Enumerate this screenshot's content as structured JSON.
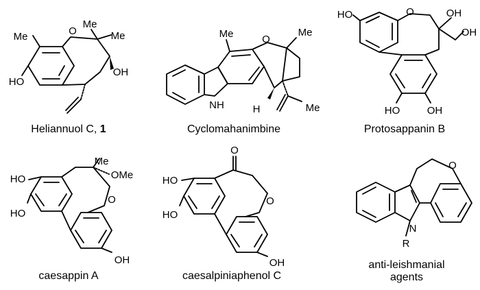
{
  "compounds": [
    {
      "name": "Heliannuol C",
      "suffix": ", ",
      "number": "1",
      "atoms": {
        "me1": "Me",
        "o": "O",
        "me2": "Me",
        "me3": "Me",
        "oh": "OH",
        "ho": "HO"
      }
    },
    {
      "name": "Cyclomahanimbine",
      "atoms": {
        "me1": "Me",
        "o": "O",
        "me2": "Me",
        "nh": "NH",
        "h": "H",
        "me3": "Me"
      }
    },
    {
      "name": "Protosappanin B",
      "atoms": {
        "ho1": "HO",
        "o": "O",
        "oh1": "OH",
        "oh2": "OH",
        "ho2": "HO",
        "oh3": "OH"
      }
    },
    {
      "name": "caesappin A",
      "atoms": {
        "me": "Me",
        "ome": "OMe",
        "ho1": "HO",
        "o": "O",
        "ho2": "HO",
        "oh": "OH"
      }
    },
    {
      "name": "caesalpiniaphenol C",
      "atoms": {
        "o1": "O",
        "ho1": "HO",
        "o2": "O",
        "ho2": "HO",
        "oh": "OH"
      }
    },
    {
      "name_line1": "anti-leishmanial",
      "name_line2": "agents",
      "atoms": {
        "o": "O",
        "n": "N",
        "r": "R"
      }
    }
  ]
}
